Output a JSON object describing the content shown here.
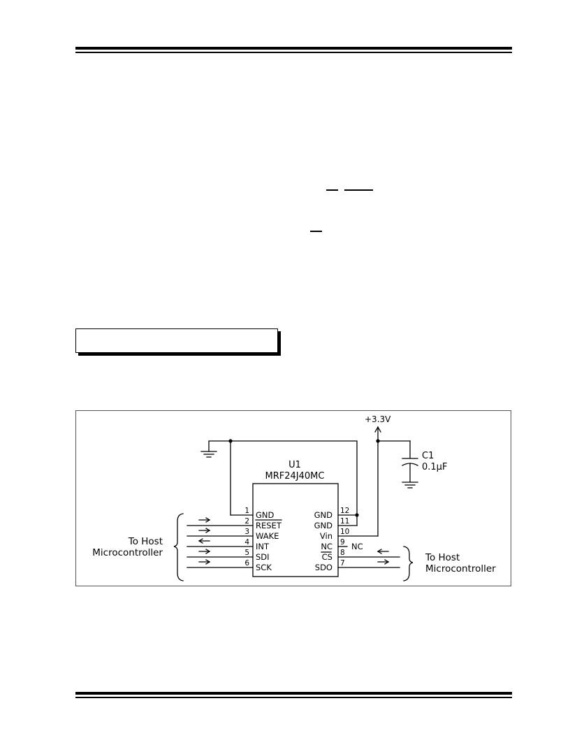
{
  "schematic": {
    "supply_label": "+3.3V",
    "capacitor": {
      "ref": "C1",
      "value": "0.1µF"
    },
    "chip": {
      "ref": "U1",
      "part": "MRF24J40MC"
    },
    "pins_left": [
      {
        "num": "1",
        "name": "GND"
      },
      {
        "num": "2",
        "name": "RESET"
      },
      {
        "num": "3",
        "name": "WAKE"
      },
      {
        "num": "4",
        "name": "INT"
      },
      {
        "num": "5",
        "name": "SDI"
      },
      {
        "num": "6",
        "name": "SCK"
      }
    ],
    "pins_right": [
      {
        "num": "12",
        "name": "GND"
      },
      {
        "num": "11",
        "name": "GND"
      },
      {
        "num": "10",
        "name": "Vin"
      },
      {
        "num": "9",
        "name": "NC"
      },
      {
        "num": "8",
        "name": "CS"
      },
      {
        "num": "7",
        "name": "SDO"
      }
    ],
    "nc_label": "NC",
    "host_left": {
      "line1": "To Host",
      "line2": "Microcontroller"
    },
    "host_right": {
      "line1": "To Host",
      "line2": "Microcontroller"
    }
  }
}
